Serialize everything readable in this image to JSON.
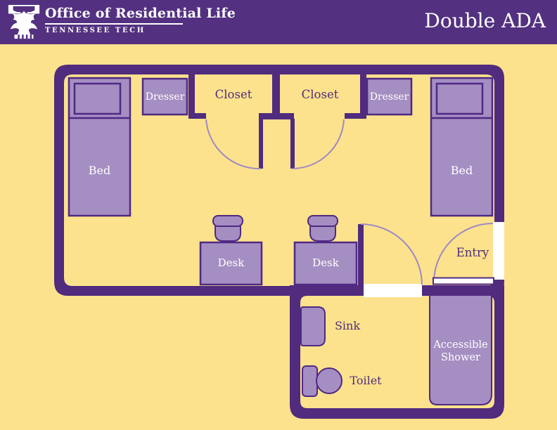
{
  "header": {
    "org_name": "Office of Residential Life",
    "org_subname": "TENNESSEE TECH",
    "page_title": "Double ADA",
    "logo_icon": "tennessee-tech-eagle-logo"
  },
  "colors": {
    "header_bg": "#533180",
    "wall": "#502b7e",
    "background": "#fce28c",
    "furniture_fill": "#a58ec2",
    "furniture_border": "#4f2984",
    "door_arc": "#9f89c4",
    "label_dark": "#502d7d",
    "label_light": "#ffffff"
  },
  "floor_plan": {
    "room_type": "Double ADA",
    "labels": {
      "bed_left": "Bed",
      "bed_right": "Bed",
      "dresser_left": "Dresser",
      "dresser_right": "Dresser",
      "closet_left": "Closet",
      "closet_right": "Closet",
      "desk_left": "Desk",
      "desk_right": "Desk",
      "entry": "Entry",
      "sink": "Sink",
      "toilet": "Toilet",
      "shower": "Accessible Shower"
    }
  }
}
